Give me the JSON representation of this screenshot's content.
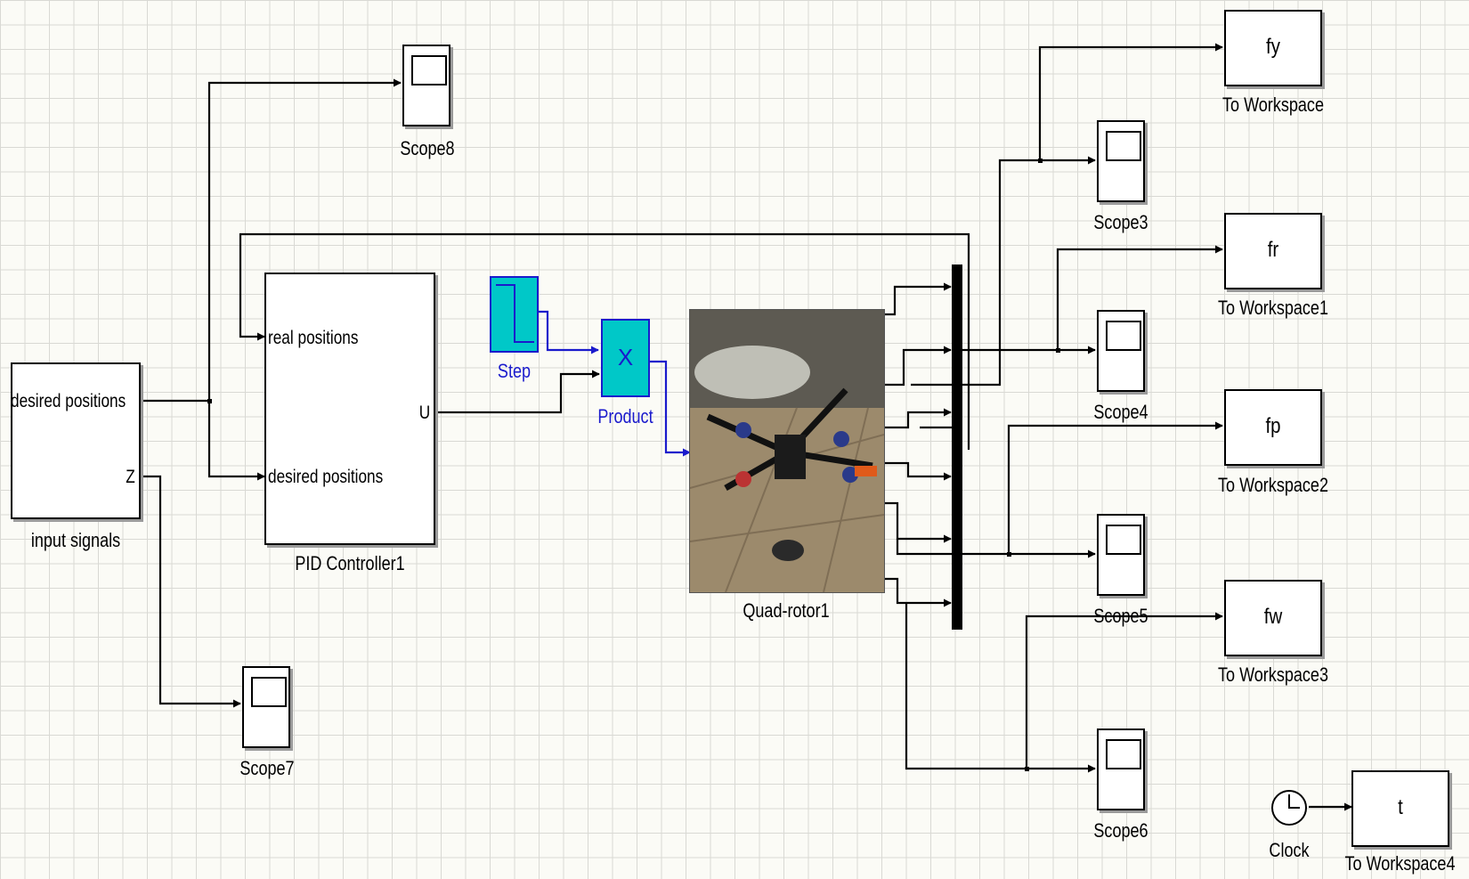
{
  "input_block": {
    "ports": [
      "desired positions",
      "Z"
    ],
    "label": "input signals"
  },
  "pid_block": {
    "inputs": [
      "real positions",
      "desired positions"
    ],
    "output": "U",
    "label": "PID Controller1"
  },
  "step_block": {
    "label": "Step"
  },
  "product_block": {
    "symbol": "X",
    "label": "Product"
  },
  "quad_block": {
    "label": "Quad-rotor1"
  },
  "scopes": {
    "scope8": "Scope8",
    "scope7": "Scope7",
    "scope3": "Scope3",
    "scope4": "Scope4",
    "scope5": "Scope5",
    "scope6": "Scope6"
  },
  "workspaces": [
    {
      "var": "fy",
      "label": "To Workspace"
    },
    {
      "var": "fr",
      "label": "To Workspace1"
    },
    {
      "var": "fp",
      "label": "To Workspace2"
    },
    {
      "var": "fw",
      "label": "To Workspace3"
    },
    {
      "var": "t",
      "label": "To Workspace4"
    }
  ],
  "clock_block": {
    "label": "Clock"
  },
  "colors": {
    "wire": "#000000",
    "signal_blue": "#1a1acc",
    "block_cyan": "#00c8c8"
  }
}
